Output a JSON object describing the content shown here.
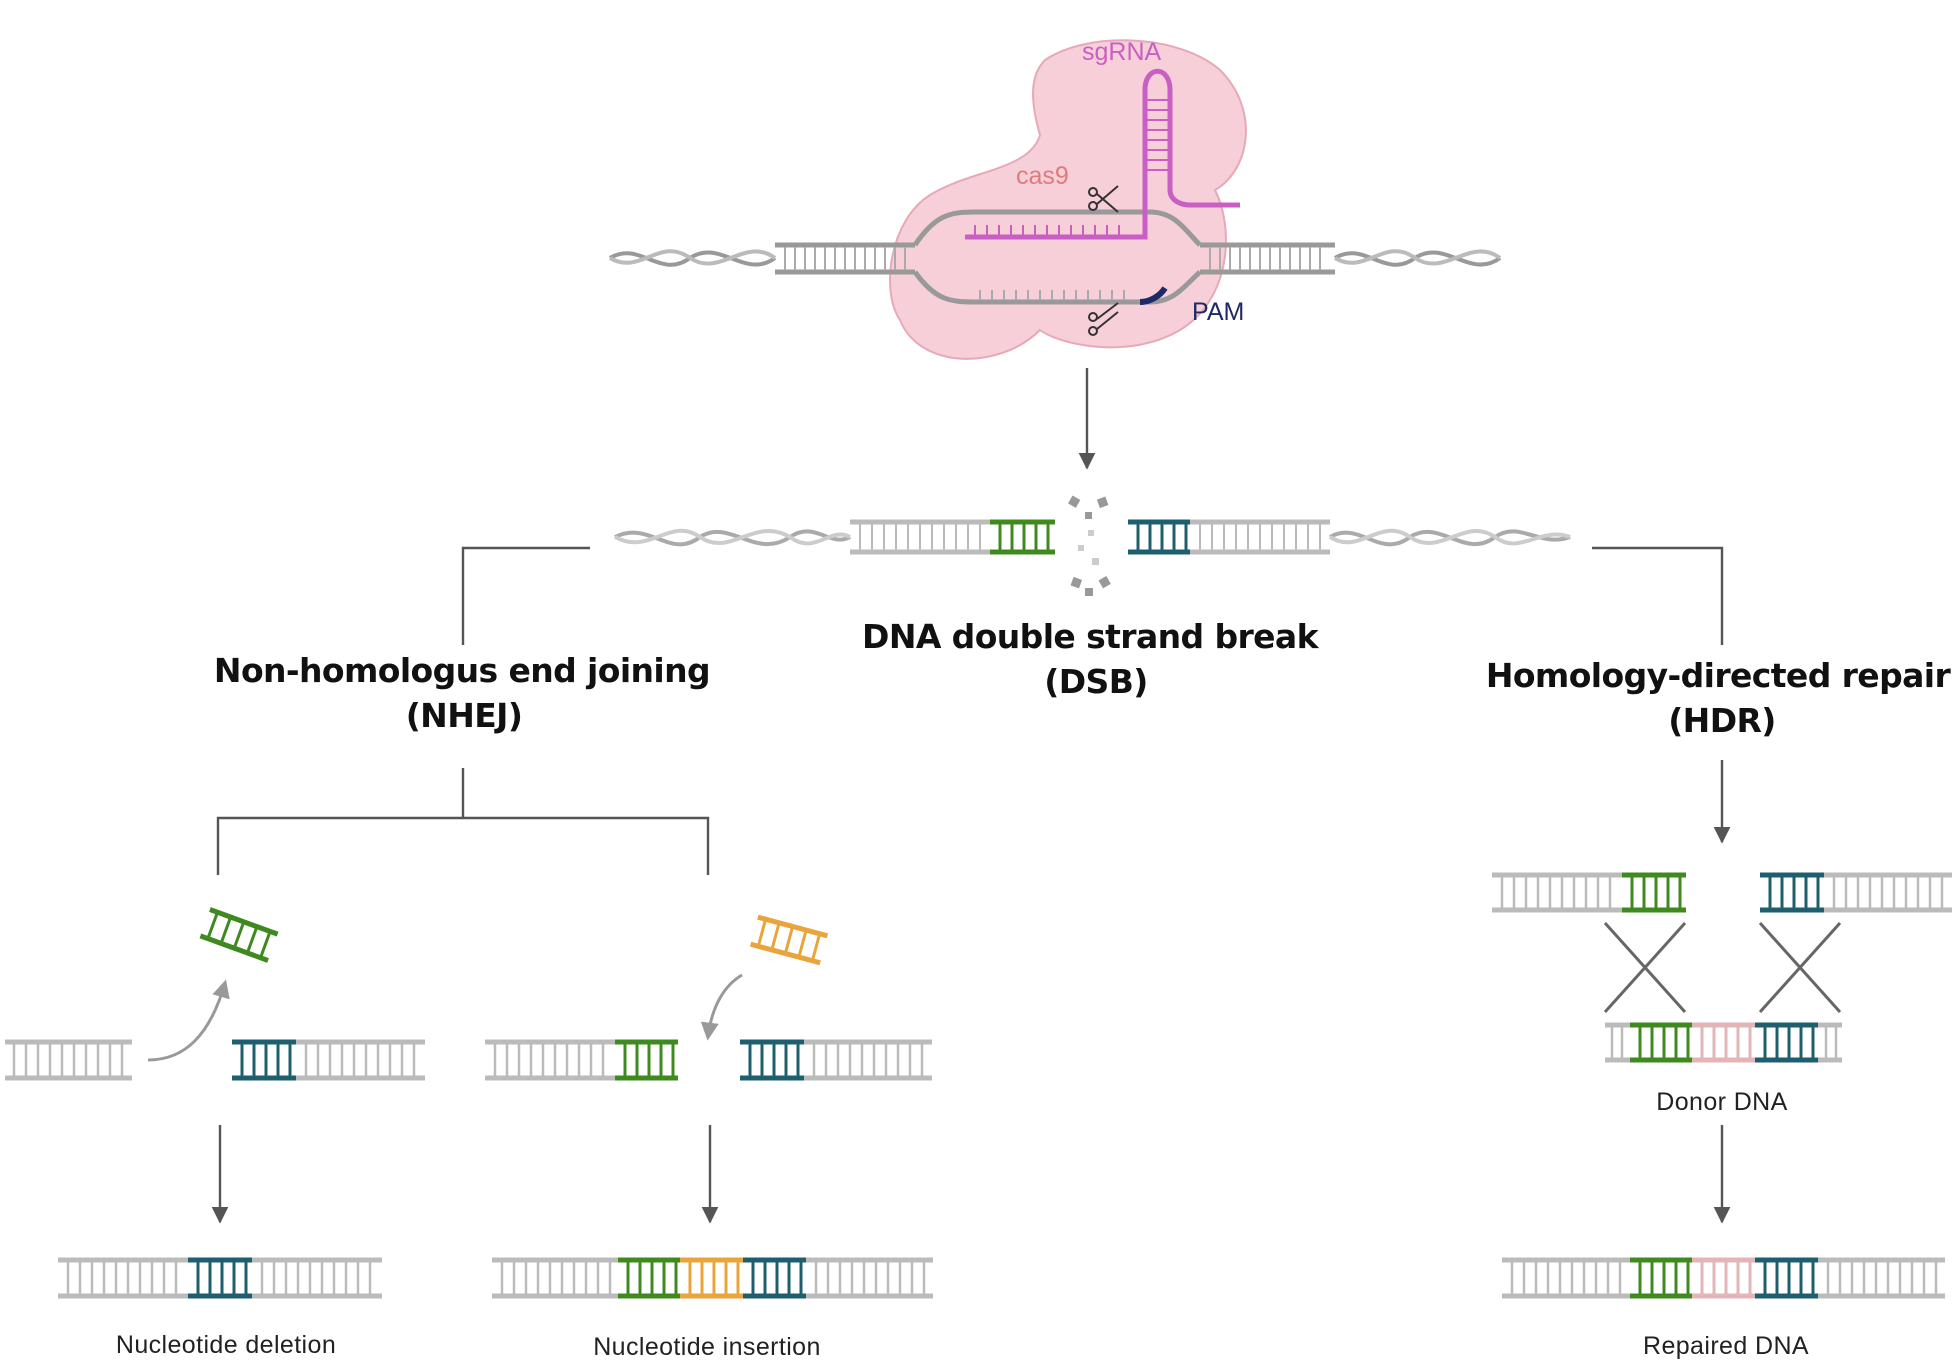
{
  "labels": {
    "sgrna": "sgRNA",
    "cas9": "cas9",
    "pam": "PAM",
    "dsb_line1": "DNA double strand break",
    "dsb_line2": "(DSB)",
    "nhej_line1": "Non-homologus end joining",
    "nhej_line2": "(NHEJ)",
    "hdr_line1": "Homology-directed repair",
    "hdr_line2": "(HDR)",
    "deletion": "Nucleotide deletion",
    "insertion": "Nucleotide insertion",
    "donor": "Donor DNA",
    "repaired": "Repaired DNA"
  },
  "colors": {
    "dna_gray": "#b8b8b8",
    "green": "#3f8a1f",
    "teal": "#1d5f6e",
    "orange": "#eaa43c",
    "pink_segment": "#e3b5b7",
    "cas9_fill": "#f6cfd8",
    "sgrna": "#c95fc4",
    "cas9_text": "#e07b7b",
    "pam": "#1d2a66",
    "arrow": "#555555"
  }
}
